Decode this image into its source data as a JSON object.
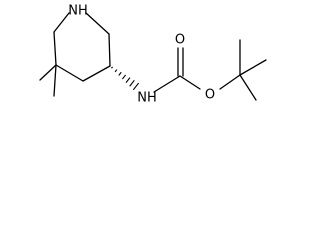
{
  "molecule": {
    "atoms": {
      "ring_nitrogen": "NH",
      "amide_nitrogen": "NH",
      "carbonyl_oxygen": "O",
      "ester_oxygen": "O"
    },
    "stereo": {
      "c3_to_nh": "hashed-wedge"
    }
  }
}
